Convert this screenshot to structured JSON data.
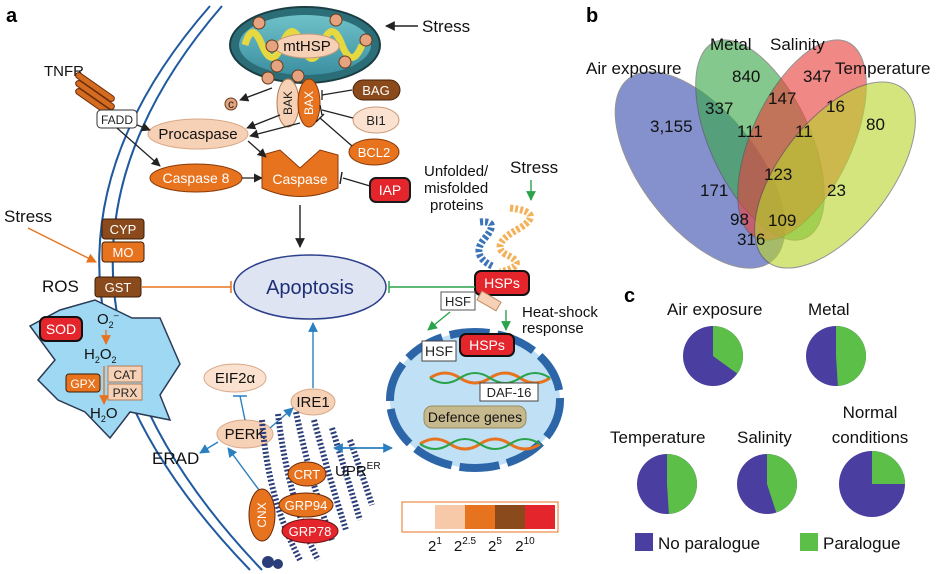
{
  "panels": {
    "a": "a",
    "b": "b",
    "c": "c"
  },
  "pathway": {
    "stress_top": "Stress",
    "stress_left": "Stress",
    "stress_right": "Stress",
    "mito_protein": "mtHSP",
    "cyt_c": "c",
    "tnfr": "TNFR",
    "fadd": "FADD",
    "bak": "BAK",
    "bax": "BAX",
    "bag": "BAG",
    "bi1": "BI1",
    "bcl2": "BCL2",
    "procaspase": "Procaspase",
    "caspase8": "Caspase 8",
    "caspase": "Caspase",
    "iap": "IAP",
    "unfolded_1": "Unfolded/",
    "unfolded_2": "misfolded",
    "unfolded_3": "proteins",
    "cyp": "CYP",
    "mo": "MO",
    "gst": "GST",
    "ros": "ROS",
    "sod": "SOD",
    "o2": "O",
    "o2_sub": "2",
    "o2_sup": "–",
    "h2o2": "H",
    "h2o2_a": "2",
    "h2o2_b": "O",
    "h2o2_c": "2",
    "gpx": "GPX",
    "cat": "CAT",
    "prx": "PRX",
    "h2o": "H",
    "h2o_a": "2",
    "h2o_b": "O",
    "apoptosis": "Apoptosis",
    "hsps_top": "HSPs",
    "hsf_top": "HSF",
    "heat_shock_1": "Heat-shock",
    "heat_shock_2": "response",
    "hsf_nuc": "HSF",
    "hsps_nuc": "HSPs",
    "daf16": "DAF-16",
    "defence": "Defence genes",
    "eif2a": "EIF2α",
    "ire1": "IRE1",
    "perk": "PERK",
    "erad": "ERAD",
    "upr": "UPR",
    "upr_sup": "ER",
    "crt": "CRT",
    "cnx": "CNX",
    "grp94": "GRP94",
    "grp78": "GRP78"
  },
  "scale": {
    "colors": [
      "#ffffff",
      "#f7c9a8",
      "#e8731f",
      "#8a4a1c",
      "#e4262c"
    ],
    "labels": [
      {
        "base": "2",
        "exp": "1"
      },
      {
        "base": "2",
        "exp": "2.5"
      },
      {
        "base": "2",
        "exp": "5"
      },
      {
        "base": "2",
        "exp": "10"
      }
    ]
  },
  "venn": {
    "sets": [
      "Air exposure",
      "Metal",
      "Salinity",
      "Temperature"
    ],
    "colors": {
      "air": "#3b4fb0",
      "metal": "#3aa849",
      "salinity": "#e8413c",
      "temperature": "#b9d62d"
    },
    "counts": {
      "air_only": "3,155",
      "metal_only": "840",
      "salinity_only": "347",
      "temperature_only": "80",
      "air_metal": "337",
      "metal_salinity": "147",
      "salinity_temperature": "16",
      "air_metal_salinity": "111",
      "metal_salinity_temperature": "11",
      "air_salinity": "171",
      "all": "123",
      "metal_temperature": "23",
      "air_salinity_temperature": "98",
      "air_metal_temperature": "109",
      "air_temperature": "316"
    }
  },
  "pies": {
    "colors": {
      "no_paralogue": "#4a3ea0",
      "paralogue": "#5cbf47"
    },
    "items": [
      {
        "label": "Air exposure",
        "paralogue_fraction": 0.35
      },
      {
        "label": "Metal",
        "paralogue_fraction": 0.49
      },
      {
        "label": "Temperature",
        "paralogue_fraction": 0.49
      },
      {
        "label": "Salinity",
        "paralogue_fraction": 0.45
      },
      {
        "label_1": "Normal",
        "label_2": "conditions",
        "paralogue_fraction": 0.25
      }
    ],
    "legend": {
      "no_paralogue": "No paralogue",
      "paralogue": "Paralogue"
    }
  }
}
